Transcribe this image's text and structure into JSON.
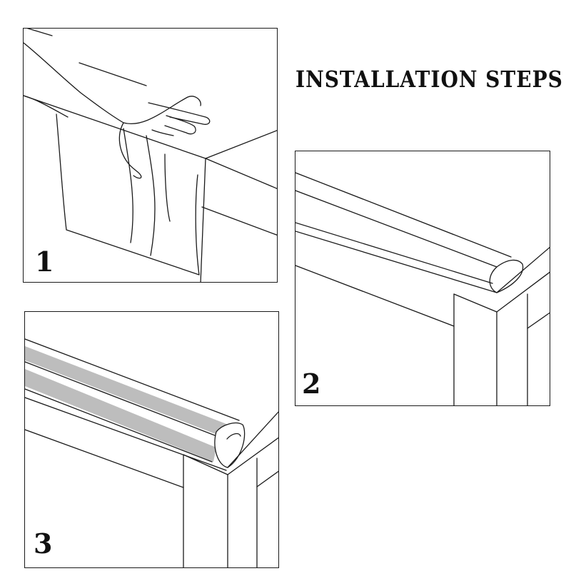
{
  "title": "INSTALLATION STEPS",
  "steps": [
    {
      "number": "1",
      "illustration": "hand-wiping-edge"
    },
    {
      "number": "2",
      "illustration": "bumper-on-edge"
    },
    {
      "number": "3",
      "illustration": "adhesive-strip-bumper"
    }
  ],
  "colors": {
    "line": "#1a1a1a",
    "adhesive_strip": "#bdbdbd",
    "background": "#ffffff"
  }
}
